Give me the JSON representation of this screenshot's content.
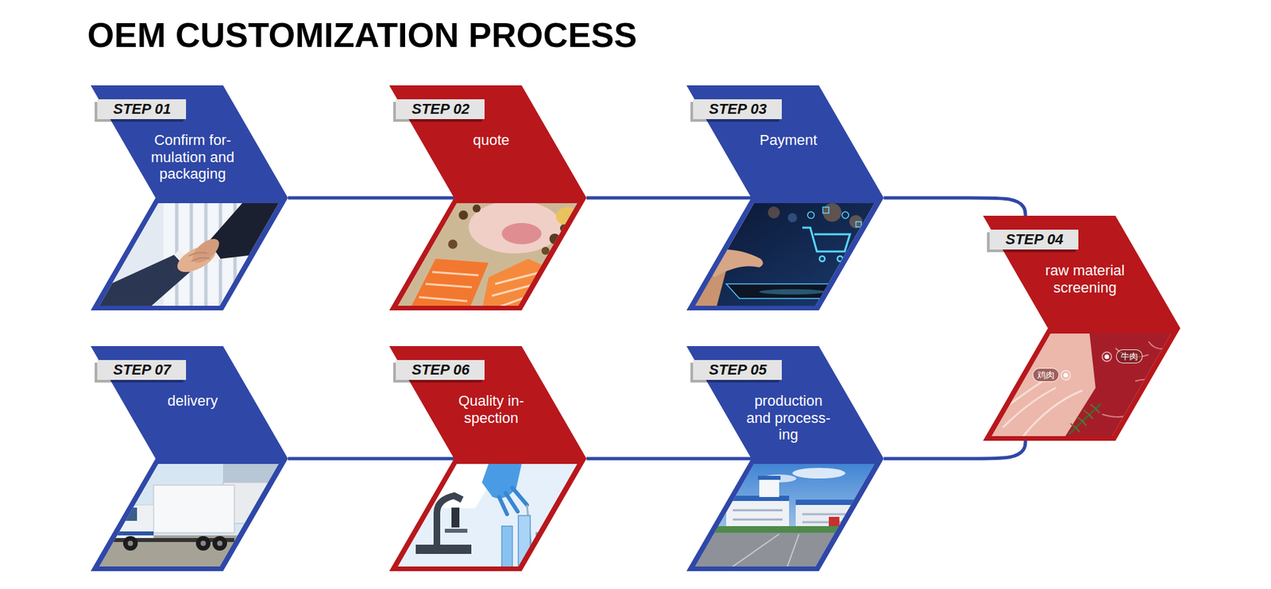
{
  "diagram": {
    "title": "OEM CUSTOMIZATION PROCESS",
    "nodes": [
      {
        "text": [
          "STEP 01",
          "Confirm for- mulation and packaging"
        ]
      },
      {
        "text": [
          "STEP 02",
          "quote"
        ]
      },
      {
        "text": [
          "STEP 03",
          "Payment"
        ]
      },
      {
        "text": [
          "STEP 04",
          "raw material screening"
        ]
      },
      {
        "text": [
          "STEP 05",
          "production and process- ing"
        ]
      },
      {
        "text": [
          "STEP 06",
          "Quality in- spection"
        ]
      },
      {
        "text": [
          "STEP 07",
          "delivery"
        ]
      }
    ],
    "edges": [
      {
        "from": 0,
        "to": 1,
        "arrow": "none"
      },
      {
        "from": 1,
        "to": 2,
        "arrow": "none"
      },
      {
        "from": 2,
        "to": 3,
        "arrow": "none"
      },
      {
        "from": 3,
        "to": 4,
        "arrow": "none"
      },
      {
        "from": 4,
        "to": 5,
        "arrow": "none"
      },
      {
        "from": 5,
        "to": 6,
        "arrow": "none"
      }
    ],
    "labels": [
      "牛肉",
      "鸡肉"
    ]
  }
}
